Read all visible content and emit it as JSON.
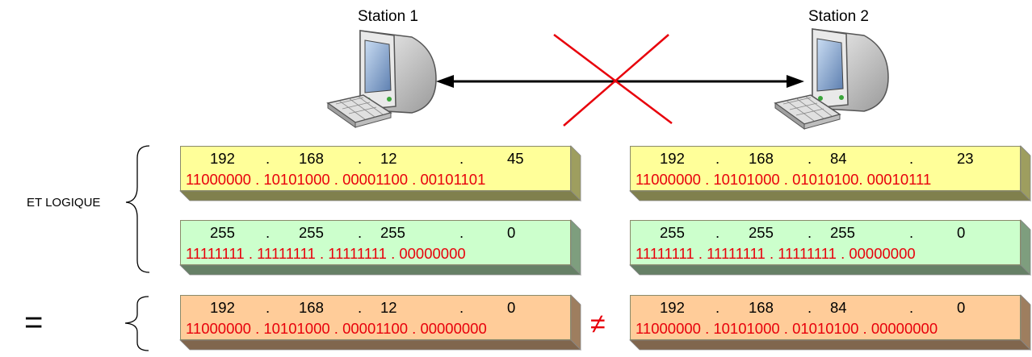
{
  "stations": {
    "station1": "Station 1",
    "station2": "Station 2"
  },
  "labels": {
    "and_logic": "ET LOGIQUE",
    "equals": "=",
    "not_equal": "≠"
  },
  "colors": {
    "yellow": "#ffff99",
    "green": "#ccffcc",
    "orange": "#ffcc99",
    "red": "#e8000b"
  },
  "boxes": {
    "s1_ip": {
      "dec": [
        "192",
        ".",
        "168",
        ".",
        "12",
        ".",
        "45"
      ],
      "bin": "11000000 . 10101000 . 00001100 . 00101101"
    },
    "s1_mask": {
      "dec": [
        "255",
        ".",
        "255",
        ".",
        "255",
        ".",
        "0"
      ],
      "bin": "11111111 . 11111111 . 11111111 . 00000000"
    },
    "s1_net": {
      "dec": [
        "192",
        ".",
        "168",
        ".",
        "12",
        ".",
        "0"
      ],
      "bin": "11000000 . 10101000 . 00001100 . 00000000"
    },
    "s2_ip": {
      "dec": [
        "192",
        ".",
        "168",
        ".",
        "84",
        ".",
        "23"
      ],
      "bin": "11000000 . 10101000 . 01010100. 00010111"
    },
    "s2_mask": {
      "dec": [
        "255",
        ".",
        "255",
        ".",
        "255",
        ".",
        "0"
      ],
      "bin": "11111111 . 11111111 . 11111111 . 00000000"
    },
    "s2_net": {
      "dec": [
        "192",
        ".",
        "168",
        ".",
        "84",
        ".",
        "0"
      ],
      "bin": "11000000 . 10101000 . 01010100 . 00000000"
    }
  }
}
